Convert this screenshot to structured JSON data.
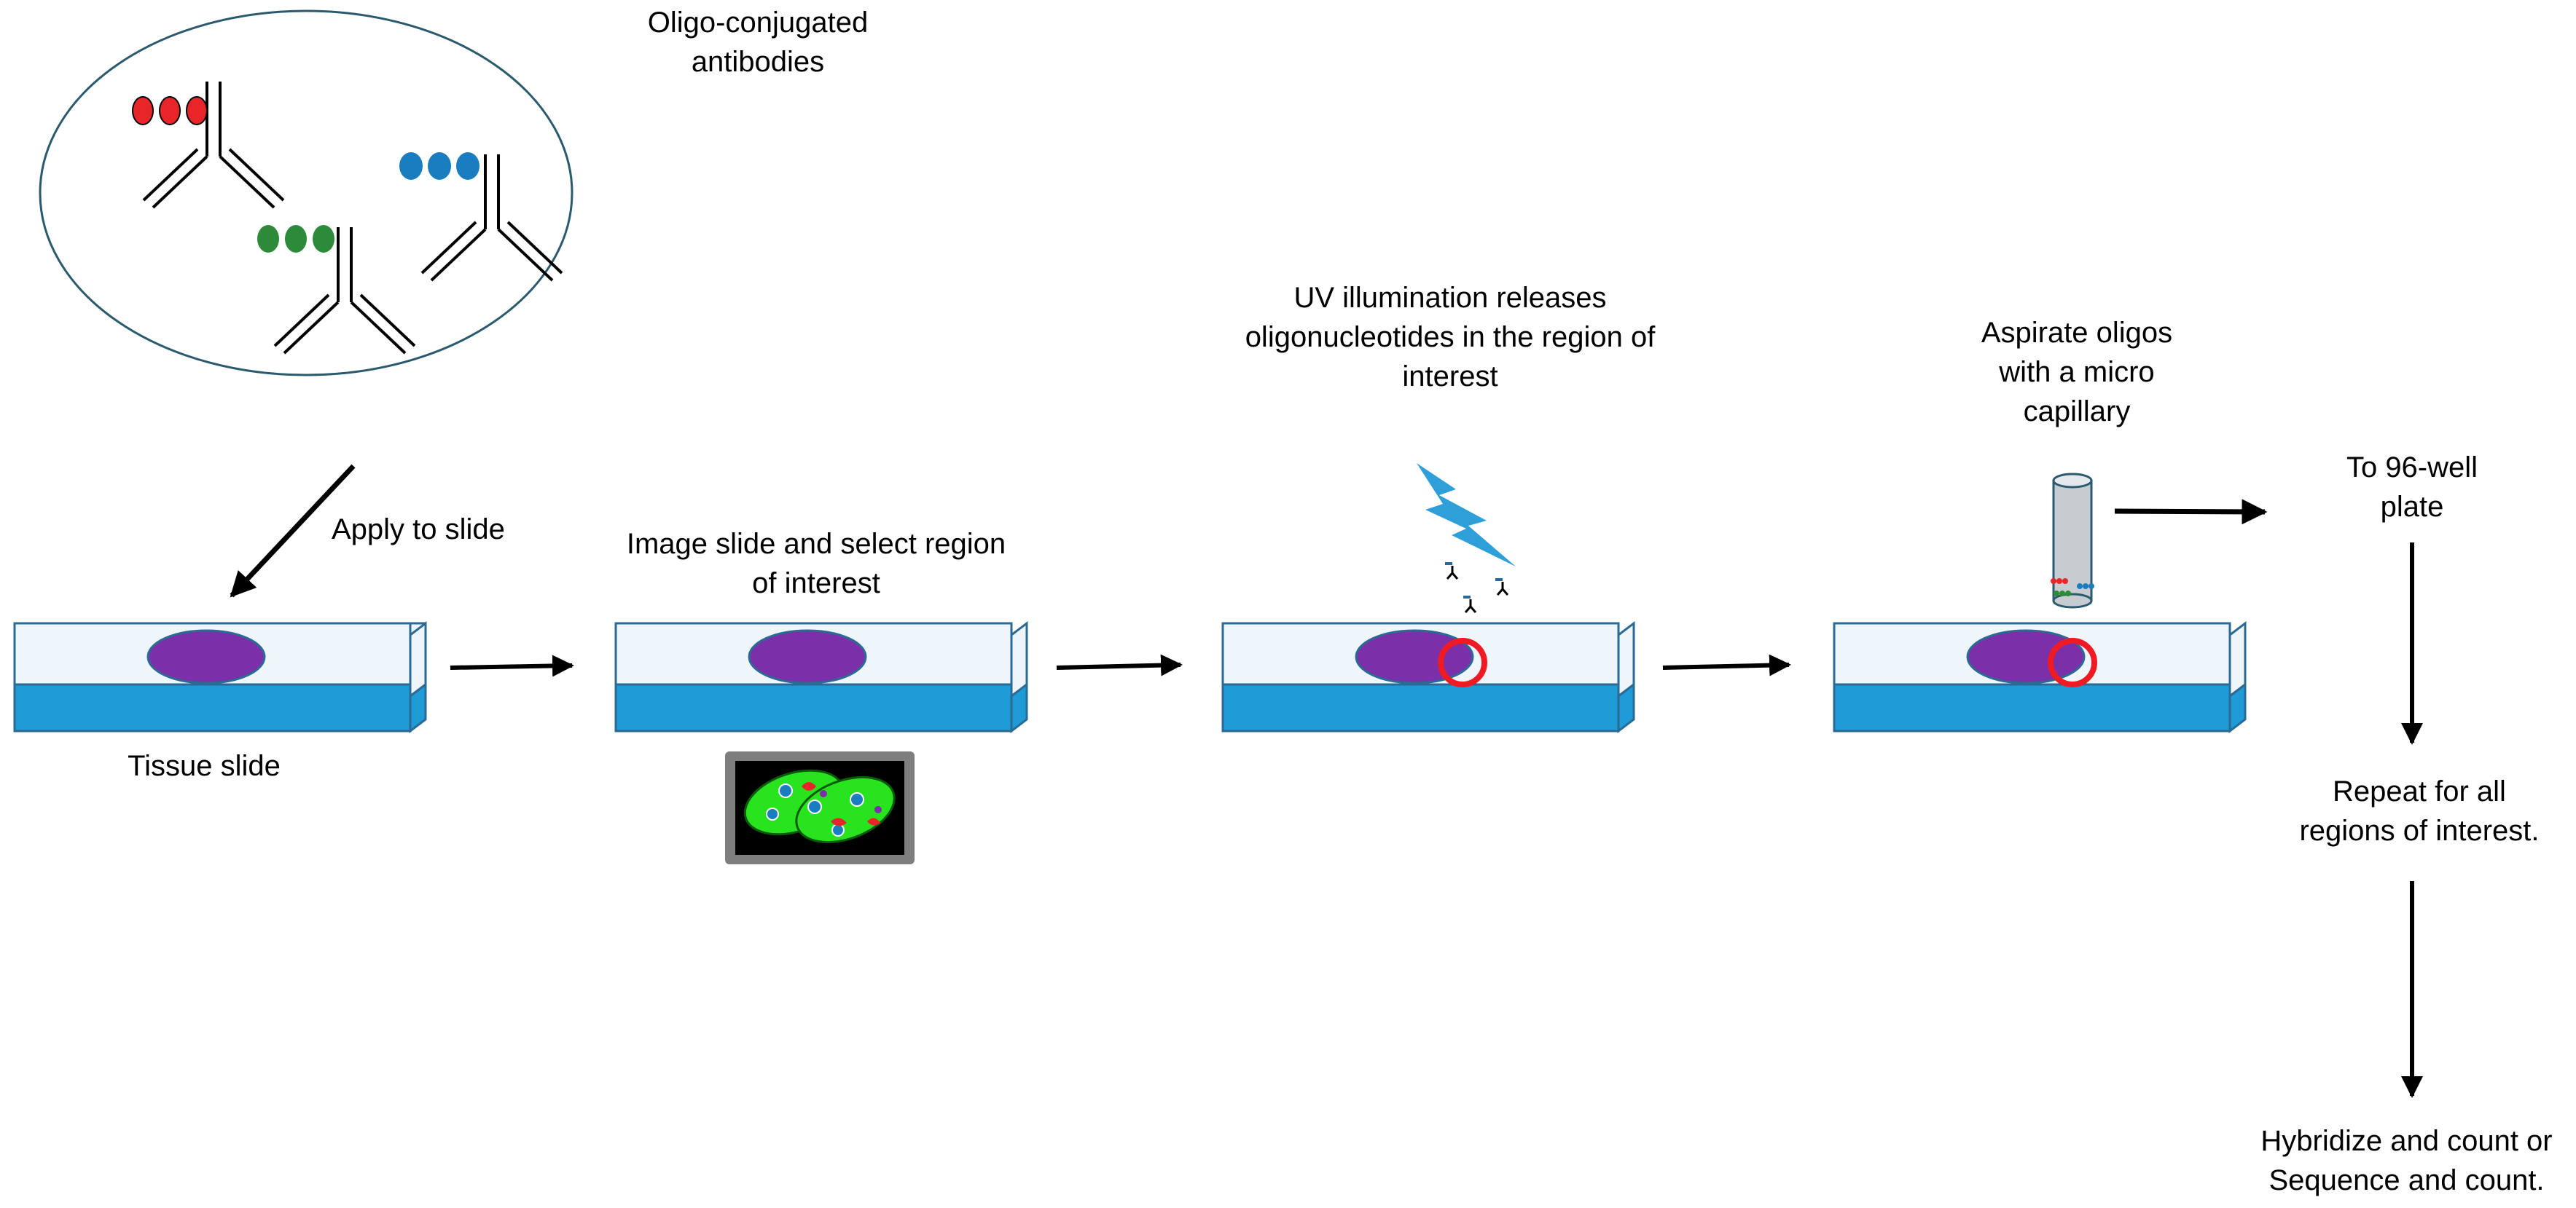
{
  "labels": {
    "antibodies": [
      "Oligo-conjugated",
      "antibodies"
    ],
    "apply": "Apply to slide",
    "tissue_slide": "Tissue slide",
    "image_select": [
      "Image slide and select region",
      "of interest"
    ],
    "uv": [
      "UV illumination releases",
      "oligonucleotides in the region of",
      "interest"
    ],
    "aspirate": [
      "Aspirate oligos",
      "with a micro",
      "capillary"
    ],
    "to_plate": [
      "To 96-well",
      "plate"
    ],
    "repeat": [
      "Repeat for all",
      "regions of interest."
    ],
    "hybridize": [
      "Hybridize and count or",
      "Sequence and count."
    ]
  },
  "colors": {
    "tissue": "#7b2fa8",
    "slide_top": "#eef5fb",
    "slide_front": "#1f9bd8",
    "slide_outline": "#2b6a95",
    "oligo_red": "#e8262a",
    "oligo_green": "#2e8a3b",
    "oligo_blue": "#1a7dbf",
    "roi_ring": "#ee1b24",
    "uv_bolt": "#2e9fd8",
    "capillary": "#c7ccd1",
    "monitor_frame": "#7e7e7e",
    "cells": "#27e41f"
  },
  "icons": [
    "antibody-icon",
    "lightning-icon",
    "capillary-icon",
    "monitor-icon",
    "tissue-icon",
    "arrow-icon"
  ]
}
